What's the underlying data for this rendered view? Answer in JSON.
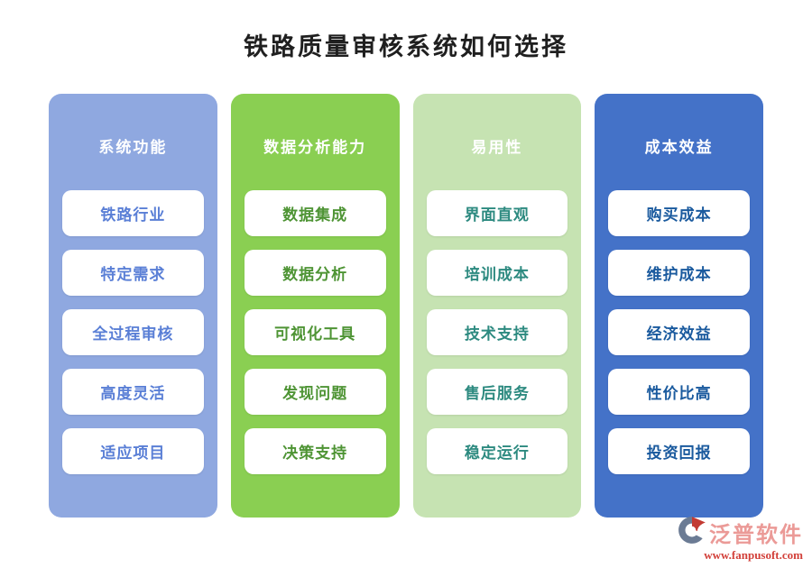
{
  "title": "铁路质量审核系统如何选择",
  "colors": {
    "column1_bg": "#8fa8e0",
    "column1_text": "#5a7fd6",
    "column2_bg": "#8acf52",
    "column2_text": "#4e9434",
    "column3_bg": "#c6e3b2",
    "column3_text": "#2d8a80",
    "column4_bg": "#4472c8",
    "column4_text": "#1a5a9e",
    "header_text": "#ffffff",
    "title_text": "#1f1f1f",
    "brand_name": "#e9908c",
    "brand_url": "#d2403a"
  },
  "columns": [
    {
      "header": "系统功能",
      "bg": "#8fa8e0",
      "item_color": "#5a7fd6",
      "items": [
        "铁路行业",
        "特定需求",
        "全过程审核",
        "高度灵活",
        "适应项目"
      ]
    },
    {
      "header": "数据分析能力",
      "bg": "#8acf52",
      "item_color": "#4e9434",
      "items": [
        "数据集成",
        "数据分析",
        "可视化工具",
        "发现问题",
        "决策支持"
      ]
    },
    {
      "header": "易用性",
      "bg": "#c6e3b2",
      "item_color": "#2d8a80",
      "items": [
        "界面直观",
        "培训成本",
        "技术支持",
        "售后服务",
        "稳定运行"
      ]
    },
    {
      "header": "成本效益",
      "bg": "#4472c8",
      "item_color": "#1a5a9e",
      "items": [
        "购买成本",
        "维护成本",
        "经济效益",
        "性价比高",
        "投资回报"
      ]
    }
  ],
  "footer": {
    "brand": "泛普软件",
    "url": "www.fanpusoft.com"
  }
}
